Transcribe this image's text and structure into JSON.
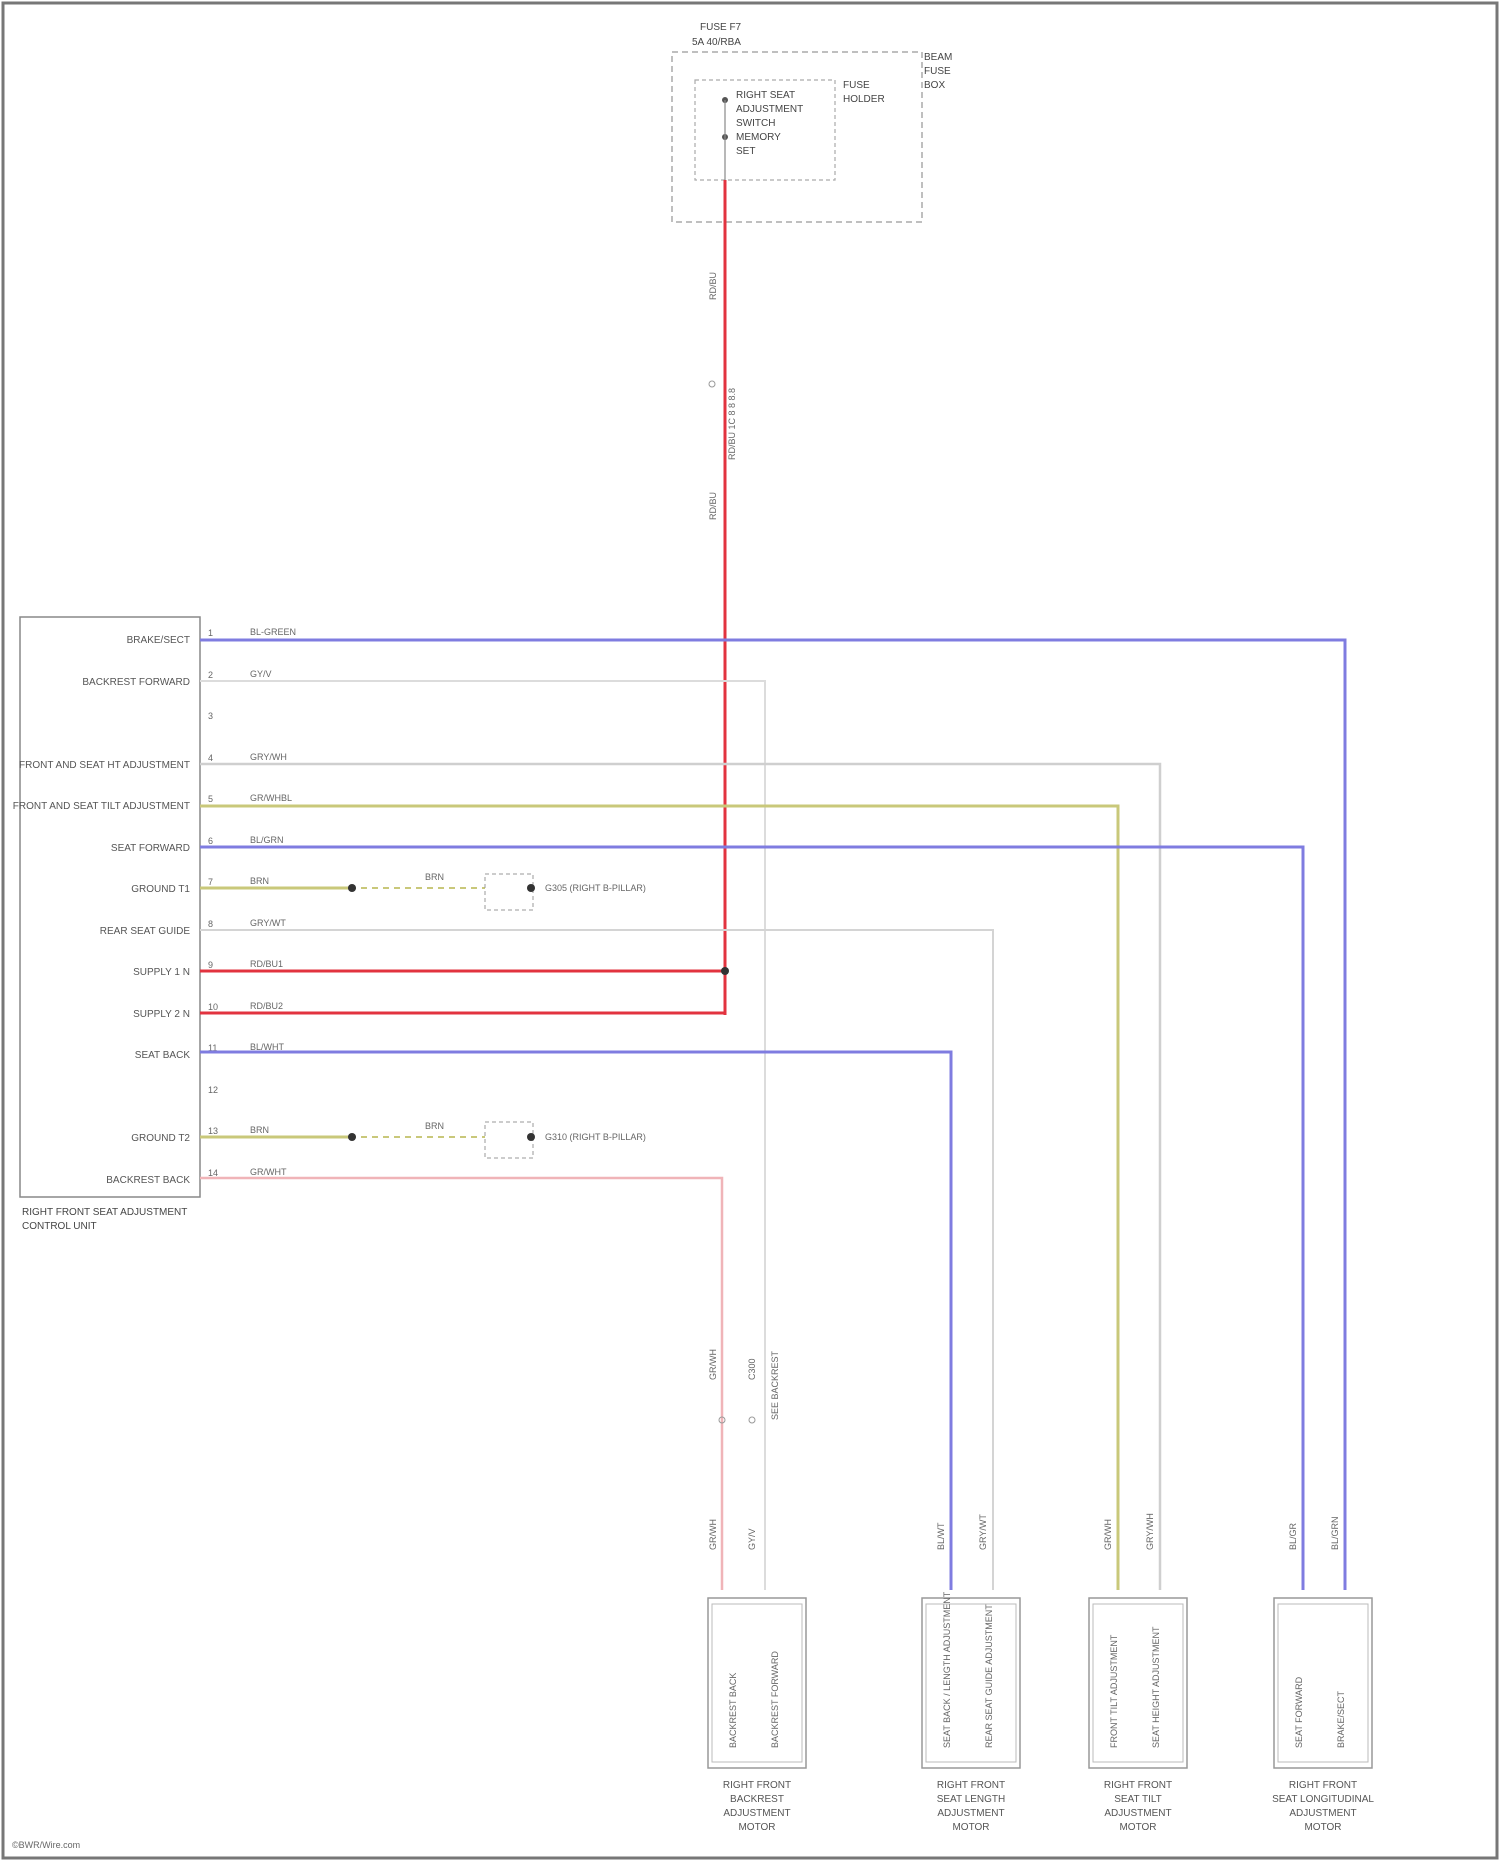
{
  "diagram": {
    "colors": {
      "red": "#e2333f",
      "blue": "#7f7ce0",
      "olive": "#c9c87a",
      "gray": "#c9c9c9",
      "pink": "#f0b4b8",
      "frame": "#777777"
    },
    "fuse_box": {
      "fuse_line1": "FUSE F7",
      "fuse_line2": "5A 40/RBA",
      "note_line1": "BEAM",
      "note_line2": "FUSE",
      "note_line3": "BOX",
      "item_line1": "RIGHT SEAT",
      "item_line2": "ADJUSTMENT",
      "item_line3": "SWITCH",
      "item_line4": "MEMORY",
      "item_line5": "SET",
      "side_line1": "FUSE",
      "side_line2": "HOLDER"
    },
    "riser_labels": {
      "top": "RD/BU",
      "mid": "RD/BU 1C 8 8 8.8",
      "bottom": "RD/BU"
    },
    "control_unit": {
      "title_line1": "RIGHT FRONT SEAT ADJUSTMENT",
      "title_line2": "CONTROL UNIT",
      "pins": [
        {
          "pin": "1",
          "label": "BRAKE/SECT",
          "wire": "BL-GREEN"
        },
        {
          "pin": "2",
          "label": "BACKREST FORWARD",
          "wire": "GY/V"
        },
        {
          "pin": "3",
          "label": "",
          "wire": ""
        },
        {
          "pin": "4",
          "label": "FRONT AND SEAT HT ADJUSTMENT",
          "wire": "GRY/WH"
        },
        {
          "pin": "5",
          "label": "FRONT AND SEAT TILT ADJUSTMENT",
          "wire": "GR/WHBL"
        },
        {
          "pin": "6",
          "label": "SEAT FORWARD",
          "wire": "BL/GRN"
        },
        {
          "pin": "7",
          "label": "GROUND T1",
          "wire": "BRN"
        },
        {
          "pin": "8",
          "label": "REAR SEAT GUIDE",
          "wire": "GRY/WT"
        },
        {
          "pin": "9",
          "label": "SUPPLY 1 N",
          "wire": "RD/BU1"
        },
        {
          "pin": "10",
          "label": "SUPPLY 2 N",
          "wire": "RD/BU2"
        },
        {
          "pin": "11",
          "label": "SEAT BACK",
          "wire": "BL/WHT"
        },
        {
          "pin": "12",
          "label": "",
          "wire": ""
        },
        {
          "pin": "13",
          "label": "GROUND T2",
          "wire": "BRN"
        },
        {
          "pin": "14",
          "label": "BACKREST BACK",
          "wire": "GR/WHT"
        }
      ]
    },
    "grounds": [
      {
        "wire": "BRN",
        "label": "G305 (RIGHT B-PILLAR)"
      },
      {
        "wire": "BRN",
        "label": "G310 (RIGHT B-PILLAR)"
      }
    ],
    "bottom_wire_labels": {
      "pink_upper": "GR/WH",
      "pink_joint": "C300",
      "pink_joint_note": "SEE BACKREST",
      "pink_lower": "GR/WH",
      "gray_lower": "GY/V",
      "m2_blue": "BL/WT",
      "m2_gray": "GRY/WT",
      "m3_olive": "GR/WH",
      "m3_gray": "GRY/WH",
      "m4_blue": "BL/GR",
      "m4_blue2": "BL/GRN"
    },
    "motors": [
      {
        "pin_left": "BACKREST BACK",
        "pin_right": "BACKREST FORWARD",
        "name_line1": "RIGHT FRONT",
        "name_line2": "BACKREST",
        "name_line3": "ADJUSTMENT",
        "name_line4": "MOTOR"
      },
      {
        "pin_left": "SEAT BACK / LENGTH ADJUSTMENT",
        "pin_right": "REAR SEAT GUIDE ADJUSTMENT",
        "name_line1": "RIGHT FRONT",
        "name_line2": "SEAT LENGTH",
        "name_line3": "ADJUSTMENT",
        "name_line4": "MOTOR"
      },
      {
        "pin_left": "FRONT TILT ADJUSTMENT",
        "pin_right": "SEAT HEIGHT ADJUSTMENT",
        "name_line1": "RIGHT FRONT",
        "name_line2": "SEAT TILT",
        "name_line3": "ADJUSTMENT",
        "name_line4": "MOTOR"
      },
      {
        "pin_left": "SEAT FORWARD",
        "pin_right": "BRAKE/SECT",
        "name_line1": "RIGHT FRONT",
        "name_line2": "SEAT LONGITUDINAL",
        "name_line3": "ADJUSTMENT",
        "name_line4": "MOTOR"
      }
    ],
    "footer": "©BWR/Wire.com"
  }
}
